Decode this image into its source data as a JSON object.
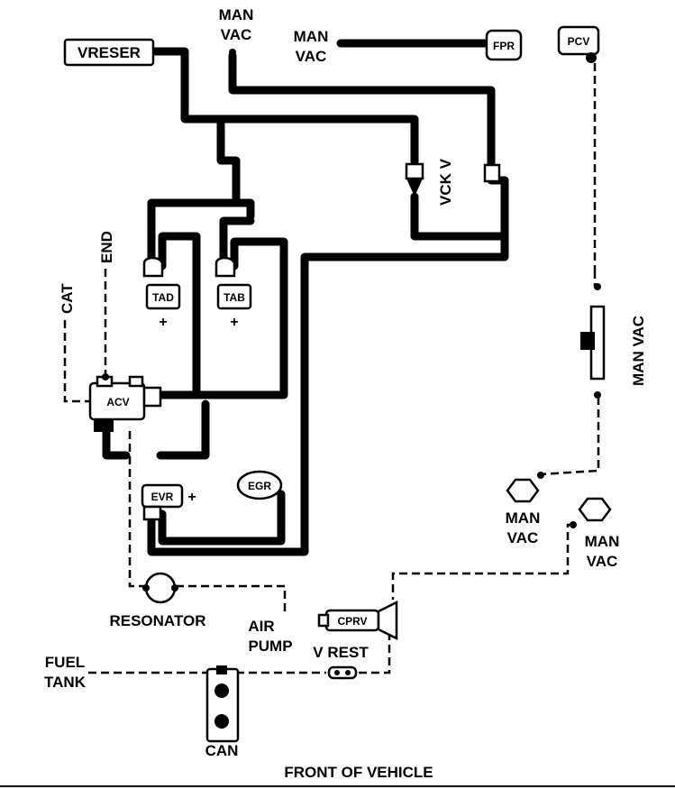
{
  "diagram": {
    "components": {
      "vreser": "VRESER",
      "fpr": "FPR",
      "pcv": "PCV",
      "tad": "TAD",
      "tab": "TAB",
      "acv": "ACV",
      "evr": "EVR",
      "egr": "EGR",
      "cprv": "CPRV"
    },
    "labels": {
      "man_vac_top_1": "MAN",
      "man_vac_top_2": "VAC",
      "man_vac_fpr_1": "MAN",
      "man_vac_fpr_2": "VAC",
      "vck_v": "VCK V",
      "end": "END",
      "cat": "CAT",
      "man_vac_right": "MAN VAC",
      "man_vac_left_1": "MAN",
      "man_vac_left_2": "VAC",
      "man_vac_right2_1": "MAN",
      "man_vac_right2_2": "VAC",
      "resonator": "RESONATOR",
      "air_pump_1": "AIR",
      "air_pump_2": "PUMP",
      "v_rest": "V REST",
      "fuel_tank_1": "FUEL",
      "fuel_tank_2": "TANK",
      "can": "CAN",
      "front_of_vehicle": "FRONT OF VEHICLE"
    },
    "symbols": {
      "plus": "+"
    }
  }
}
